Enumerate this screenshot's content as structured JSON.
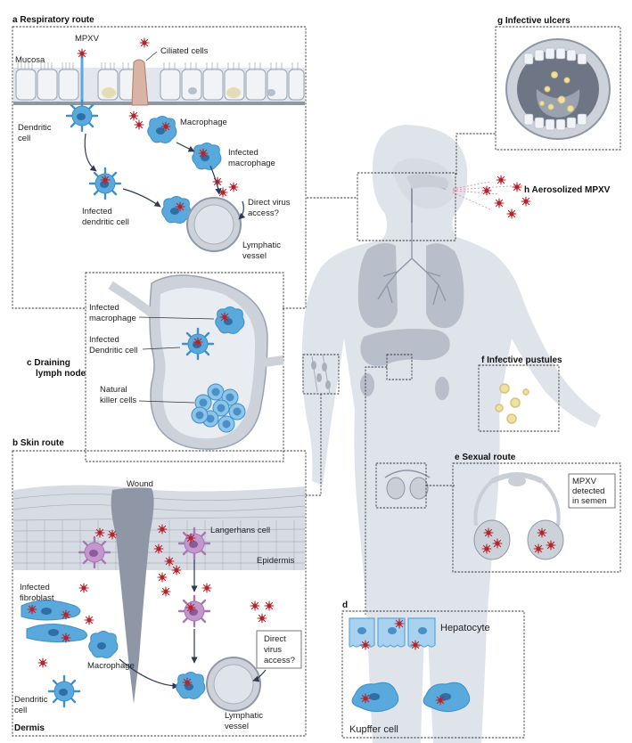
{
  "panels": {
    "a": {
      "letter": "a",
      "title": "Respiratory route"
    },
    "b": {
      "letter": "b",
      "title": "Skin route"
    },
    "c": {
      "letter": "c",
      "title_line1": "Draining",
      "title_line2": "lymph node"
    },
    "d": {
      "letter": "d"
    },
    "e": {
      "letter": "e",
      "title": "Sexual route"
    },
    "f": {
      "letter": "f",
      "title": "Infective pustules"
    },
    "g": {
      "letter": "g",
      "title": "Infective ulcers"
    },
    "h": {
      "letter": "h",
      "title": "Aerosolized MPXV"
    }
  },
  "labels": {
    "mpxv": "MPXV",
    "mucosa": "Mucosa",
    "ciliated_cells": "Ciliated cells",
    "dendritic_cell_l1": "Dendritic",
    "dendritic_cell_l2": "cell",
    "macrophage": "Macrophage",
    "infected_macrophage_l1": "Infected",
    "infected_macrophage_l2": "macrophage",
    "infected_dendritic_l1": "Infected",
    "infected_dendritic_l2": "dendritic cell",
    "direct_access_l1": "Direct virus",
    "direct_access_l2": "access?",
    "lymphatic_l1": "Lymphatic",
    "lymphatic_l2": "vessel",
    "ln_inf_macrophage_l1": "Infected",
    "ln_inf_macrophage_l2": "macrophage",
    "ln_inf_dendritic_l1": "Infected",
    "ln_inf_dendritic_l2": "Dendritic cell",
    "nk_l1": "Natural",
    "nk_l2": "killer cells",
    "wound": "Wound",
    "langerhans": "Langerhans cell",
    "epidermis": "Epidermis",
    "inf_fibroblast_l1": "Infected",
    "inf_fibroblast_l2": "fibroblast",
    "skin_macrophage": "Macrophage",
    "skin_dendritic_l1": "Dendritic",
    "skin_dendritic_l2": "cell",
    "dermis": "Dermis",
    "skin_direct_l1": "Direct",
    "skin_direct_l2": "virus",
    "skin_direct_l3": "access?",
    "skin_lymphatic_l1": "Lymphatic",
    "skin_lymphatic_l2": "vessel",
    "hepatocyte": "Hepatocyte",
    "kupffer": "Kupffer cell",
    "semen_l1": "MPXV",
    "semen_l2": "detected",
    "semen_l3": "in semen"
  },
  "colors": {
    "body": "#dfe3ea",
    "organ": "#b9bfca",
    "cell_blue": "#5aa9dc",
    "cell_light": "#a8d2f0",
    "virus": "#b3262e",
    "langerhans": "#b887c4",
    "tissue": "#d7dbe3",
    "dark_tissue": "#8f97a6"
  }
}
